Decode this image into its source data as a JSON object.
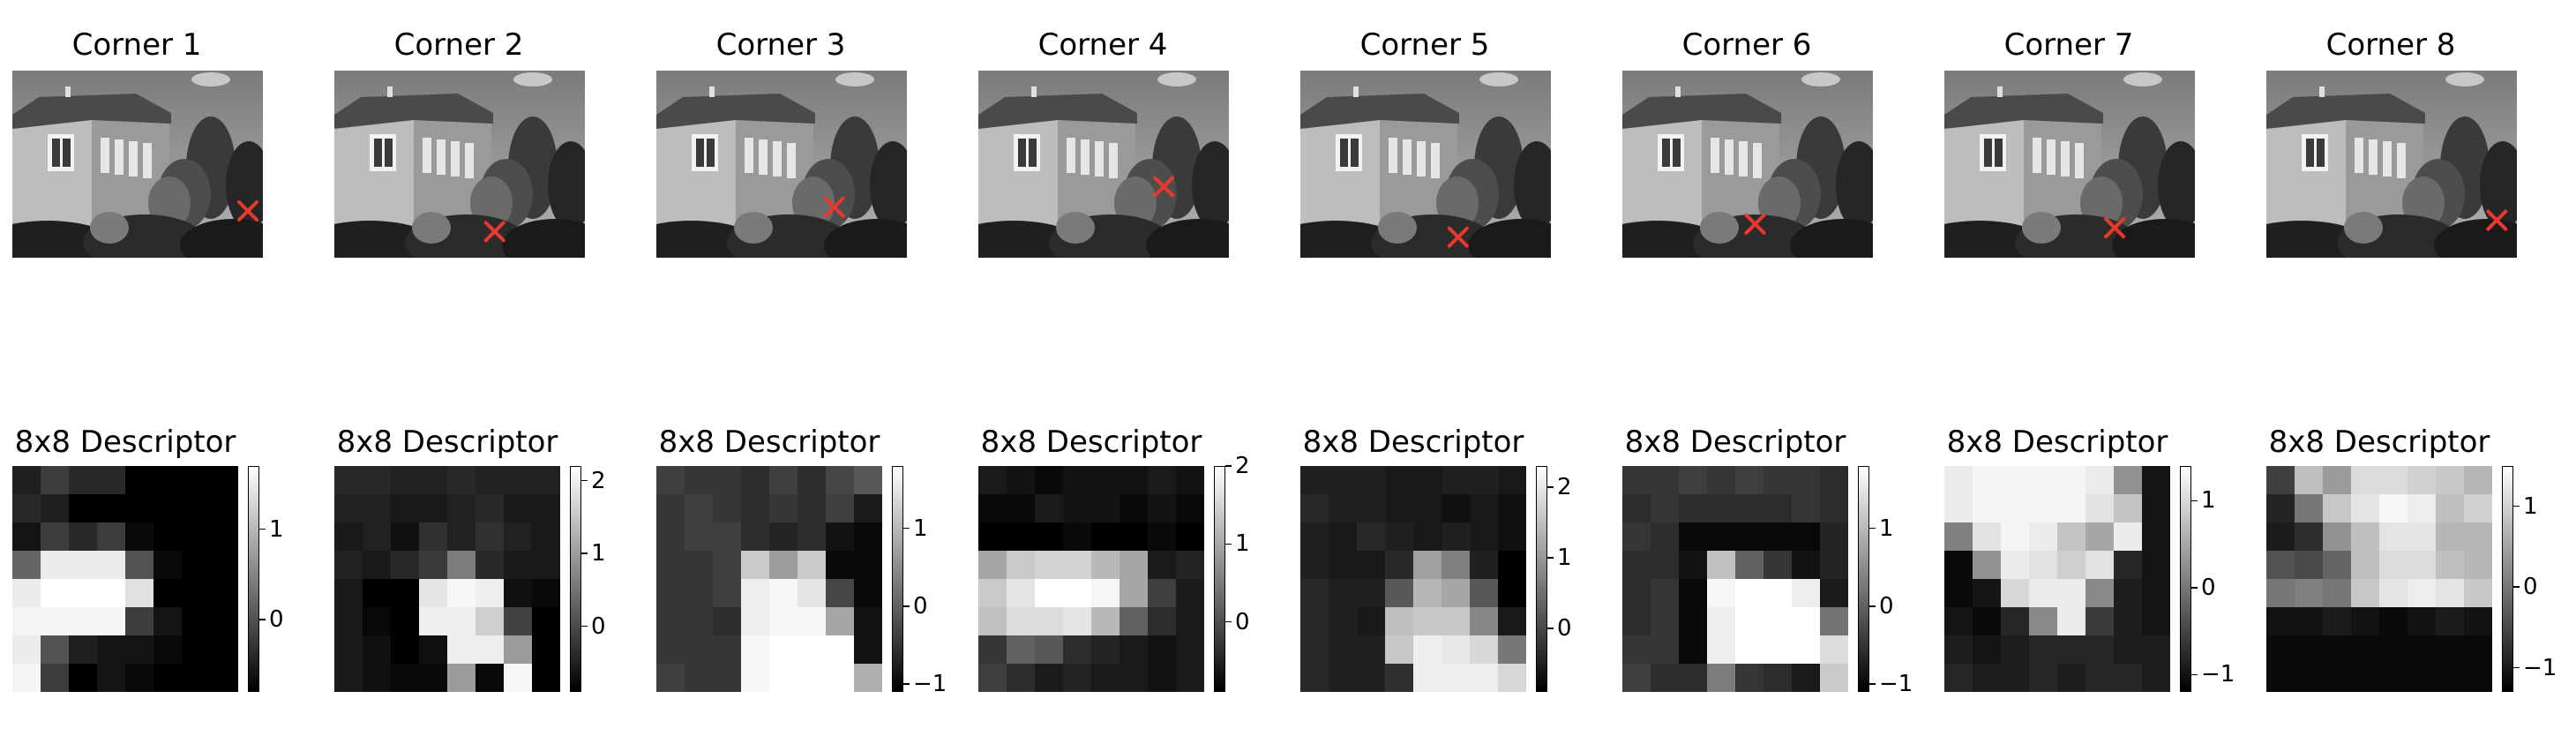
{
  "colors": {
    "marker": "#e8392d"
  },
  "panels": [
    {
      "corner_title": "Corner 1",
      "descriptor_title": "8x8 Descriptor",
      "marker_pos": [
        0.94,
        0.75
      ],
      "range": [
        -0.8,
        1.7
      ],
      "ticks": [
        {
          "label": "1",
          "value": 1
        },
        {
          "label": "0",
          "value": 0
        }
      ],
      "descriptor": [
        [
          -0.5,
          -0.2,
          -0.4,
          -0.4,
          -0.8,
          -0.8,
          -0.8,
          -0.8
        ],
        [
          -0.4,
          -0.5,
          -0.8,
          -0.8,
          -0.8,
          -0.8,
          -0.8,
          -0.8
        ],
        [
          -0.6,
          -0.2,
          -0.4,
          -0.2,
          -0.7,
          -0.8,
          -0.8,
          -0.8
        ],
        [
          0.2,
          1.5,
          1.5,
          1.5,
          0.0,
          -0.7,
          -0.8,
          -0.8
        ],
        [
          1.5,
          1.7,
          1.7,
          1.7,
          1.4,
          -0.8,
          -0.8,
          -0.8
        ],
        [
          1.6,
          1.6,
          1.6,
          1.6,
          -0.2,
          -0.6,
          -0.8,
          -0.8
        ],
        [
          1.5,
          0.0,
          -0.5,
          -0.6,
          -0.6,
          -0.7,
          -0.8,
          -0.8
        ],
        [
          1.6,
          -0.2,
          -0.8,
          -0.6,
          -0.7,
          -0.8,
          -0.8,
          -0.8
        ]
      ]
    },
    {
      "corner_title": "Corner 2",
      "descriptor_title": "8x8 Descriptor",
      "marker_pos": [
        0.64,
        0.86
      ],
      "range": [
        -0.9,
        2.2
      ],
      "ticks": [
        {
          "label": "2",
          "value": 2
        },
        {
          "label": "1",
          "value": 1
        },
        {
          "label": "0",
          "value": 0
        }
      ],
      "descriptor": [
        [
          -0.4,
          -0.4,
          -0.5,
          -0.5,
          -0.4,
          -0.5,
          -0.5,
          -0.5
        ],
        [
          -0.5,
          -0.5,
          -0.6,
          -0.6,
          -0.5,
          -0.4,
          -0.6,
          -0.6
        ],
        [
          -0.6,
          -0.5,
          -0.7,
          -0.3,
          -0.5,
          -0.3,
          -0.5,
          -0.6
        ],
        [
          -0.5,
          -0.6,
          -0.4,
          -0.2,
          0.6,
          -0.4,
          -0.6,
          -0.6
        ],
        [
          -0.6,
          -0.9,
          -0.9,
          1.9,
          2.1,
          2.0,
          -0.7,
          -0.8
        ],
        [
          -0.6,
          -0.8,
          -0.9,
          2.0,
          2.0,
          1.6,
          -0.1,
          -0.9
        ],
        [
          -0.6,
          -0.7,
          -0.9,
          -0.7,
          2.0,
          2.0,
          1.0,
          -0.9
        ],
        [
          -0.6,
          -0.7,
          -0.8,
          -0.8,
          1.0,
          -0.8,
          2.1,
          -0.9
        ]
      ]
    },
    {
      "corner_title": "Corner 3",
      "descriptor_title": "8x8 Descriptor",
      "marker_pos": [
        0.71,
        0.73
      ],
      "range": [
        -1.1,
        1.8
      ],
      "ticks": [
        {
          "label": "1",
          "value": 1
        },
        {
          "label": "0",
          "value": 0
        },
        {
          "label": "−1",
          "value": -1
        }
      ],
      "descriptor": [
        [
          -0.4,
          -0.5,
          -0.5,
          -0.6,
          -0.4,
          -0.6,
          -0.3,
          -0.1
        ],
        [
          -0.5,
          -0.4,
          -0.5,
          -0.6,
          -0.5,
          -0.6,
          -0.4,
          -0.8
        ],
        [
          -0.5,
          -0.4,
          -0.4,
          -0.6,
          -0.7,
          -0.6,
          -0.9,
          -1.0
        ],
        [
          -0.5,
          -0.5,
          -0.4,
          1.2,
          0.7,
          1.2,
          -1.0,
          -1.0
        ],
        [
          -0.5,
          -0.5,
          -0.4,
          1.6,
          1.7,
          1.5,
          -0.3,
          -1.0
        ],
        [
          -0.5,
          -0.5,
          -0.6,
          1.6,
          1.7,
          1.7,
          0.8,
          -0.9
        ],
        [
          -0.5,
          -0.5,
          -0.5,
          1.7,
          1.8,
          1.8,
          1.8,
          -0.9
        ],
        [
          -0.4,
          -0.5,
          -0.5,
          1.7,
          1.8,
          1.8,
          1.8,
          0.9
        ]
      ]
    },
    {
      "corner_title": "Corner 4",
      "descriptor_title": "8x8 Descriptor",
      "marker_pos": [
        0.74,
        0.62
      ],
      "range": [
        -0.9,
        2.0
      ],
      "ticks": [
        {
          "label": "2",
          "value": 2
        },
        {
          "label": "1",
          "value": 1
        },
        {
          "label": "0",
          "value": 0
        }
      ],
      "descriptor": [
        [
          -0.6,
          -0.7,
          -0.8,
          -0.7,
          -0.7,
          -0.7,
          -0.6,
          -0.7
        ],
        [
          -0.8,
          -0.8,
          -0.6,
          -0.7,
          -0.7,
          -0.8,
          -0.7,
          -0.8
        ],
        [
          -0.9,
          -0.9,
          -0.9,
          -0.8,
          -0.9,
          -0.9,
          -0.8,
          -0.9
        ],
        [
          1.0,
          1.4,
          1.5,
          1.5,
          1.2,
          1.0,
          -0.6,
          -0.5
        ],
        [
          1.4,
          1.7,
          2.0,
          2.0,
          1.9,
          1.0,
          -0.2,
          -0.6
        ],
        [
          1.3,
          1.6,
          1.6,
          1.7,
          1.2,
          0.2,
          -0.4,
          -0.6
        ],
        [
          -0.3,
          0.2,
          0.1,
          -0.4,
          -0.5,
          -0.6,
          -0.7,
          -0.6
        ],
        [
          -0.2,
          -0.4,
          -0.6,
          -0.5,
          -0.6,
          -0.6,
          -0.7,
          -0.6
        ]
      ]
    },
    {
      "corner_title": "Corner 5",
      "descriptor_title": "8x8 Descriptor",
      "marker_pos": [
        0.63,
        0.89
      ],
      "range": [
        -0.9,
        2.3
      ],
      "ticks": [
        {
          "label": "2",
          "value": 2
        },
        {
          "label": "1",
          "value": 1
        },
        {
          "label": "0",
          "value": 0
        }
      ],
      "descriptor": [
        [
          -0.5,
          -0.5,
          -0.5,
          -0.6,
          -0.6,
          -0.5,
          -0.5,
          -0.6
        ],
        [
          -0.4,
          -0.5,
          -0.5,
          -0.6,
          -0.6,
          -0.7,
          -0.6,
          -0.7
        ],
        [
          -0.5,
          -0.6,
          -0.4,
          -0.5,
          -0.6,
          -0.5,
          -0.6,
          -0.7
        ],
        [
          -0.5,
          -0.6,
          -0.6,
          -0.4,
          1.1,
          0.7,
          -0.5,
          -0.9
        ],
        [
          -0.4,
          -0.5,
          -0.5,
          0.2,
          1.4,
          1.2,
          0.2,
          -0.9
        ],
        [
          -0.4,
          -0.5,
          -0.6,
          1.5,
          1.6,
          1.6,
          0.8,
          -0.6
        ],
        [
          -0.4,
          -0.5,
          -0.5,
          1.6,
          2.1,
          2.0,
          1.8,
          0.6
        ],
        [
          -0.4,
          -0.5,
          -0.5,
          -0.3,
          2.1,
          2.1,
          2.1,
          1.8
        ]
      ]
    },
    {
      "corner_title": "Corner 6",
      "descriptor_title": "8x8 Descriptor",
      "marker_pos": [
        0.53,
        0.82
      ],
      "range": [
        -1.1,
        1.8
      ],
      "ticks": [
        {
          "label": "1",
          "value": 1
        },
        {
          "label": "0",
          "value": 0
        },
        {
          "label": "−1",
          "value": -1
        }
      ],
      "descriptor": [
        [
          -0.5,
          -0.5,
          -0.4,
          -0.5,
          -0.4,
          -0.5,
          -0.5,
          -0.6
        ],
        [
          -0.6,
          -0.5,
          -0.6,
          -0.6,
          -0.6,
          -0.6,
          -0.5,
          -0.6
        ],
        [
          -0.5,
          -0.6,
          -1.0,
          -1.0,
          -1.0,
          -1.0,
          -1.0,
          -0.7
        ],
        [
          -0.6,
          -0.6,
          -0.9,
          1.1,
          0.0,
          -0.5,
          -0.9,
          -0.7
        ],
        [
          -0.6,
          -0.5,
          -1.0,
          1.7,
          1.8,
          1.8,
          1.6,
          -0.8
        ],
        [
          -0.6,
          -0.5,
          -1.0,
          1.6,
          1.8,
          1.8,
          1.8,
          0.2
        ],
        [
          -0.5,
          -0.5,
          -1.0,
          1.6,
          1.8,
          1.8,
          1.8,
          1.4
        ],
        [
          -0.4,
          -0.6,
          -0.6,
          0.3,
          -0.5,
          -0.6,
          -0.8,
          1.2
        ]
      ]
    },
    {
      "corner_title": "Corner 7",
      "descriptor_title": "8x8 Descriptor",
      "marker_pos": [
        0.68,
        0.84
      ],
      "range": [
        -1.2,
        1.4
      ],
      "ticks": [
        {
          "label": "1",
          "value": 1
        },
        {
          "label": "0",
          "value": 0
        },
        {
          "label": "−1",
          "value": -1
        }
      ],
      "descriptor": [
        [
          1.2,
          1.3,
          1.3,
          1.3,
          1.3,
          1.2,
          0.3,
          -1.0
        ],
        [
          1.2,
          1.3,
          1.3,
          1.3,
          1.3,
          1.1,
          0.8,
          -1.0
        ],
        [
          0.1,
          1.1,
          1.3,
          1.2,
          0.8,
          0.5,
          1.2,
          -1.0
        ],
        [
          -1.1,
          0.3,
          1.2,
          1.1,
          0.9,
          1.1,
          -0.8,
          -1.0
        ],
        [
          -1.1,
          -1.0,
          1.0,
          1.2,
          1.2,
          0.2,
          -0.9,
          -1.0
        ],
        [
          -1.0,
          -1.1,
          -0.8,
          0.2,
          1.2,
          -0.6,
          -0.9,
          -1.0
        ],
        [
          -0.9,
          -1.0,
          -0.9,
          -0.8,
          -0.8,
          -0.8,
          -0.9,
          -0.9
        ],
        [
          -0.8,
          -0.9,
          -0.9,
          -0.8,
          -0.9,
          -0.8,
          -0.8,
          -0.9
        ]
      ]
    },
    {
      "corner_title": "Corner 8",
      "descriptor_title": "8x8 Descriptor",
      "marker_pos": [
        0.92,
        0.8
      ],
      "range": [
        -1.3,
        1.5
      ],
      "ticks": [
        {
          "label": "1",
          "value": 1
        },
        {
          "label": "0",
          "value": 0
        },
        {
          "label": "−1",
          "value": -1
        }
      ],
      "descriptor": [
        [
          -0.6,
          0.8,
          0.4,
          1.1,
          1.1,
          1.0,
          0.9,
          0.7
        ],
        [
          -0.9,
          0.0,
          0.9,
          1.2,
          1.4,
          1.3,
          0.8,
          1.0
        ],
        [
          -1.0,
          -0.8,
          0.3,
          0.8,
          1.2,
          1.2,
          0.7,
          0.7
        ],
        [
          -0.4,
          -0.5,
          -0.2,
          0.8,
          1.1,
          1.1,
          0.8,
          0.7
        ],
        [
          0.0,
          0.1,
          0.0,
          0.9,
          1.2,
          1.3,
          1.2,
          0.9
        ],
        [
          -1.1,
          -1.1,
          -1.0,
          -1.1,
          -1.2,
          -1.1,
          -1.0,
          -1.1
        ],
        [
          -1.2,
          -1.2,
          -1.2,
          -1.2,
          -1.2,
          -1.2,
          -1.2,
          -1.2
        ],
        [
          -1.2,
          -1.2,
          -1.2,
          -1.2,
          -1.2,
          -1.2,
          -1.2,
          -1.2
        ]
      ]
    }
  ]
}
